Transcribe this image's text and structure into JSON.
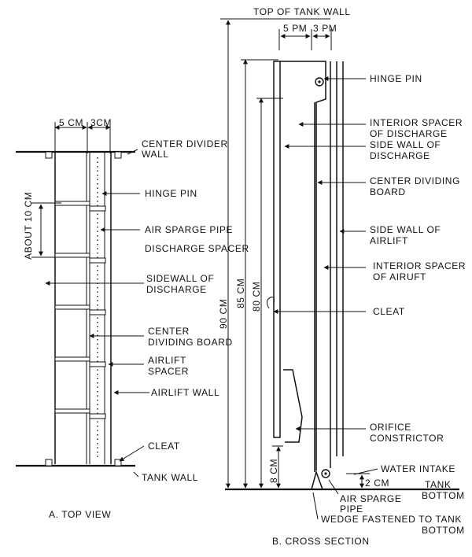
{
  "top_view": {
    "caption": "A. TOP VIEW",
    "labels": {
      "dim_5cm": "5 CM",
      "dim_3cm": "3CM",
      "about_10cm": "ABOUT 10 CM",
      "center_divider_wall_1": "CENTER DIVIDER",
      "center_divider_wall_2": "WALL",
      "hinge_pin": "HINGE PIN",
      "air_sparge_pipe": "AIR SPARGE PIPE",
      "discharge_spacer": "DISCHARGE SPACER",
      "sidewall_1": "SIDEWALL OF",
      "sidewall_2": "DISCHARGE",
      "center_board_1": "CENTER",
      "center_board_2": "DIVIDING BOARD",
      "airlift_spacer_1": "AIRLIFT",
      "airlift_spacer_2": "SPACER",
      "airlift_wall": "AIRLIFT WALL",
      "cleat": "CLEAT",
      "tank_wall": "TANK WALL"
    }
  },
  "cross_section": {
    "caption": "B. CROSS SECTION",
    "labels": {
      "top_of_tank_wall": "TOP OF TANK WALL",
      "dim_5pm": "5 PM",
      "dim_3pm": "3 PM",
      "hinge_pin": "HINGE PIN",
      "interior_spacer_discharge_1": "INTERIOR SPACER",
      "interior_spacer_discharge_2": "OF DISCHARGE",
      "side_wall_discharge_1": "SIDE WALL OF",
      "side_wall_discharge_2": "DISCHARGE",
      "center_dividing_board_1": "CENTER DIVIDING",
      "center_dividing_board_2": "BOARD",
      "side_wall_airlift_1": "SIDE WALL OF",
      "side_wall_airlift_2": "AIRLIFT",
      "interior_spacer_airlift_1": "INTERIOR SPACER",
      "interior_spacer_airlift_2": "OF AIRUFT",
      "cleat": "CLEAT",
      "orifice_constrictor_1": "ORIFICE",
      "orifice_constrictor_2": "CONSTRICTOR",
      "water_intake": "WATER INTAKE",
      "tank_bottom_1": "TANK",
      "tank_bottom_2": "BOTTOM",
      "dim_2cm": "2 CM",
      "air_sparge_pipe_1": "AIR SPARGE",
      "air_sparge_pipe_2": "PIPE",
      "wedge_1": "WEDGE FASTENED TO TANK",
      "wedge_2": "BOTTOM",
      "dim_90cm": "90 CM",
      "dim_85cm": "85 CM",
      "dim_80cm": "80 CM",
      "dim_8cm": "8 CM"
    }
  }
}
